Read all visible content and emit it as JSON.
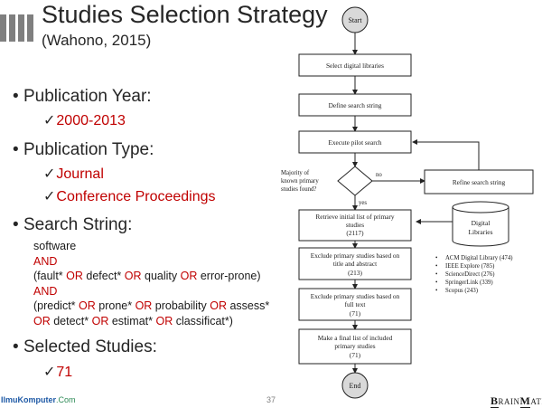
{
  "slide": {
    "title": "Studies Selection Strategy",
    "subtitle": "(Wahono, 2015)",
    "page_number": "37"
  },
  "left": {
    "publication_year": {
      "label": "Publication Year:",
      "items": [
        "2000-2013"
      ]
    },
    "publication_type": {
      "label": "Publication Type:",
      "items": [
        "Journal",
        "Conference Proceedings"
      ]
    },
    "search_string": {
      "label": "Search String:",
      "lines": [
        [
          {
            "t": "software",
            "k": false
          }
        ],
        [
          {
            "t": "AND",
            "k": true
          }
        ],
        [
          {
            "t": "(fault* ",
            "k": false
          },
          {
            "t": "OR",
            "k": true
          },
          {
            "t": " defect* ",
            "k": false
          },
          {
            "t": "OR",
            "k": true
          },
          {
            "t": " quality ",
            "k": false
          },
          {
            "t": "OR",
            "k": true
          },
          {
            "t": " error-prone)",
            "k": false
          }
        ],
        [
          {
            "t": "AND",
            "k": true
          }
        ],
        [
          {
            "t": "(predict* ",
            "k": false
          },
          {
            "t": "OR",
            "k": true
          },
          {
            "t": " prone* ",
            "k": false
          },
          {
            "t": "OR",
            "k": true
          },
          {
            "t": " probability ",
            "k": false
          },
          {
            "t": "OR",
            "k": true
          },
          {
            "t": " assess*",
            "k": false
          }
        ],
        [
          {
            "t": "OR",
            "k": true
          },
          {
            "t": " detect* ",
            "k": false
          },
          {
            "t": "OR",
            "k": true
          },
          {
            "t": " estimat* ",
            "k": false
          },
          {
            "t": "OR",
            "k": true
          },
          {
            "t": " classificat*)",
            "k": false
          }
        ]
      ]
    },
    "selected_studies": {
      "label": "Selected Studies:",
      "items": [
        "71"
      ]
    }
  },
  "flow": {
    "start": "Start",
    "end": "End",
    "boxes": [
      [
        "Select digital libraries"
      ],
      [
        "Define search string"
      ],
      [
        "Execute pilot search"
      ],
      [
        "Retrieve initial list of primary",
        "studies",
        "(2117)"
      ],
      [
        "Exclude primary studies based on",
        "title and abstract",
        "(213)"
      ],
      [
        "Exclude primary studies based on",
        "full text",
        "(71)"
      ],
      [
        "Make a final list of included",
        "primary studies",
        "(71)"
      ]
    ],
    "decision": [
      "Majority of",
      "known primary",
      "studies found?"
    ],
    "yes": "yes",
    "no": "no",
    "refine": "Refine search string",
    "db": [
      "Digital",
      "Libraries"
    ],
    "libraries": [
      "ACM Digital Library (474)",
      "IEEE Explore (785)",
      "ScienceDirect (276)",
      "SpringerLink (339)",
      "Scopus (243)"
    ]
  },
  "footer": {
    "left_main": "IlmuKomputer",
    "left_domain": ".Com",
    "right_big1": "B",
    "right_mid": "RAIN",
    "right_big2": "M",
    "right_end": "ATICS"
  }
}
